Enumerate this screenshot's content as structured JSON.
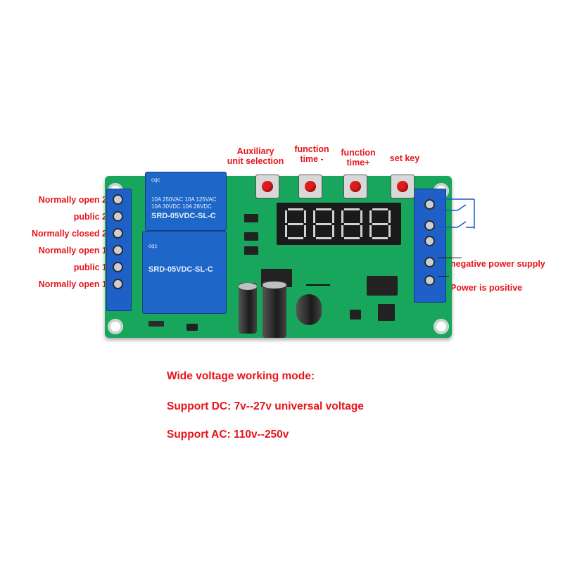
{
  "top_buttons": [
    {
      "line1": "Auxiliary",
      "line2": "unit selection"
    },
    {
      "line1": "function",
      "line2": "time -"
    },
    {
      "line1": "function",
      "line2": "time+"
    },
    {
      "line1": "set key",
      "line2": ""
    }
  ],
  "left_terminals": [
    "Normally open 2",
    "public 2",
    "Normally closed 2",
    "Normally open 1",
    "public 1",
    "Normally open 1"
  ],
  "right_terminals": {
    "negative": "negative power supply",
    "positive": "Power is positive"
  },
  "relay_text": {
    "brand": "cqc",
    "rating_1": "10A 250VAC  10A 125VAC",
    "rating_2": "10A 30VDC  10A 28VDC",
    "model": "SRD-05VDC-SL-C"
  },
  "info_lines": {
    "mode": "Wide voltage working mode:",
    "dc": "Support DC: 7v--27v universal voltage",
    "ac": "Support AC: 110v--250v"
  },
  "colors": {
    "label_red": "#e8141b",
    "pcb_green": "#18a55c",
    "terminal_blue": "#1f5fc8"
  }
}
